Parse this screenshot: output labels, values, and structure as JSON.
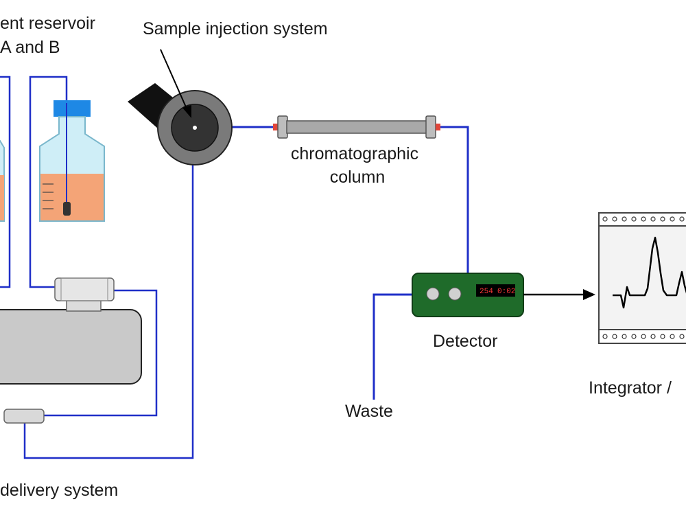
{
  "labels": {
    "reservoir_line1": "ent reservoir",
    "reservoir_line2": "A and B",
    "injection": "Sample injection system",
    "column_line1": "chromatographic",
    "column_line2": "column",
    "detector": "Detector",
    "waste": "Waste",
    "integrator": "Integrator /",
    "delivery": "delivery system"
  },
  "detector_display": {
    "wavelength": "254",
    "time": "0:02"
  },
  "colors": {
    "tubing": "#1f2fc8",
    "detector_body": "#1f6b2a",
    "bottle_cap": "#1e88e5",
    "bottle_glass": "#cfeef7",
    "solvent": "#f4a477",
    "injector_ring": "#7a7a7a",
    "injector_core": "#333333",
    "column_body": "#a9a9a9",
    "fitting_red": "#e0463a",
    "pump_body": "#c9c9c9"
  },
  "icons": {
    "injector_handle": "injector-handle-icon",
    "arrow": "arrow-right-icon"
  }
}
